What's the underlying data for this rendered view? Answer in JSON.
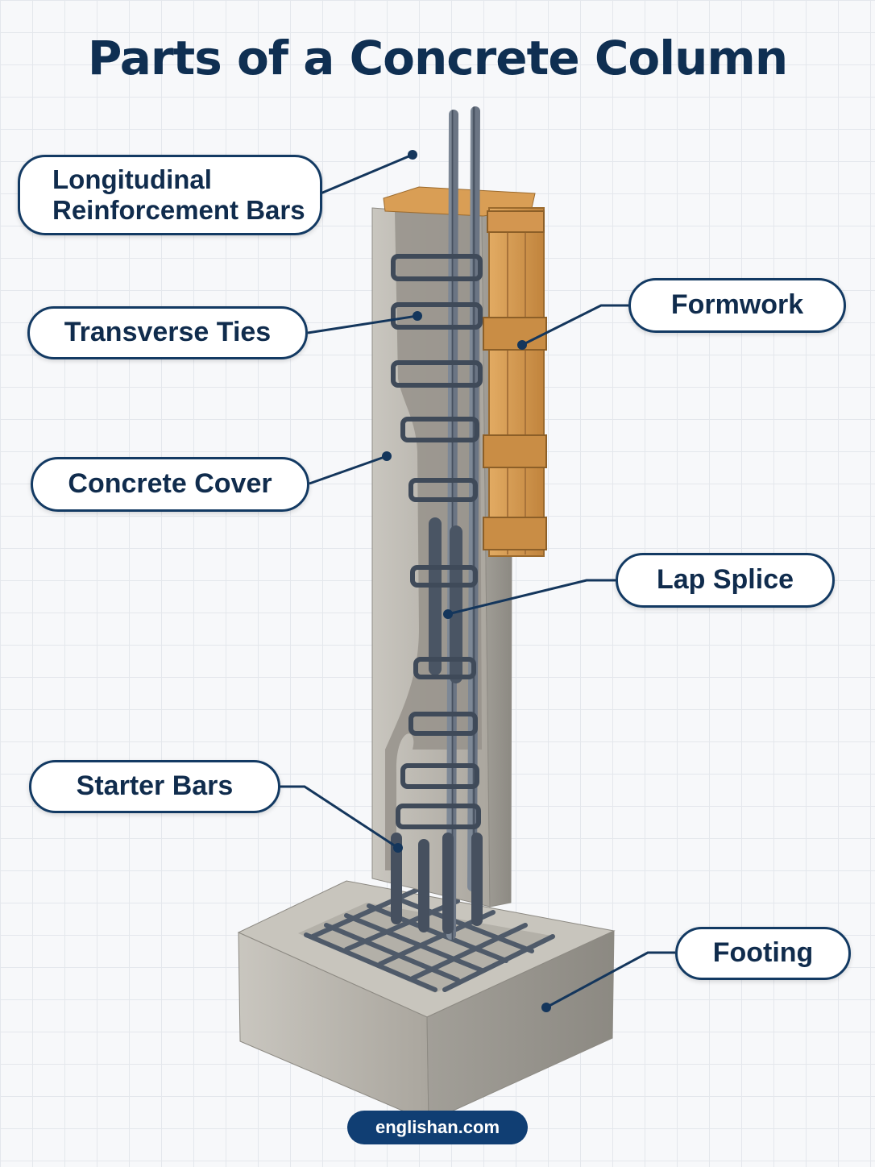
{
  "title": "Parts of a Concrete Column",
  "labels": {
    "longitudinal_line1": "Longitudinal",
    "longitudinal_line2": "Reinforcement Bars",
    "transverse_ties": "Transverse Ties",
    "concrete_cover": "Concrete Cover",
    "starter_bars": "Starter Bars",
    "formwork": "Formwork",
    "lap_splice": "Lap Splice",
    "footing": "Footing"
  },
  "footer": "englishan.com",
  "colors": {
    "title": "#0f2f52",
    "label_border": "#133a63",
    "concrete": "#b9b6ae",
    "steel": "#4d5968",
    "wood": "#d59a4e",
    "footer_bg": "#103e73"
  }
}
